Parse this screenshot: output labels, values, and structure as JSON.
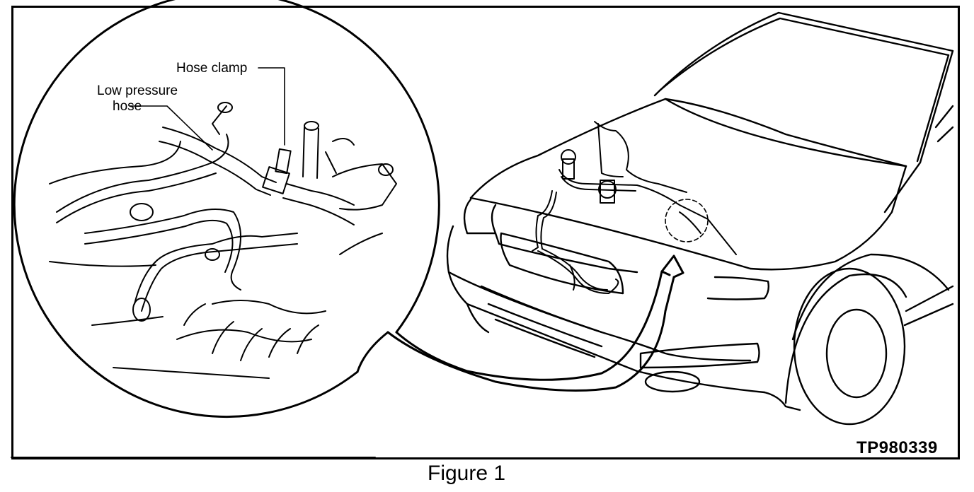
{
  "figure": {
    "caption": "Figure 1",
    "code": "TP980339"
  },
  "callouts": {
    "hose_clamp": "Hose clamp",
    "low_pressure_line1": "Low pressure",
    "low_pressure_line2": "hose"
  }
}
